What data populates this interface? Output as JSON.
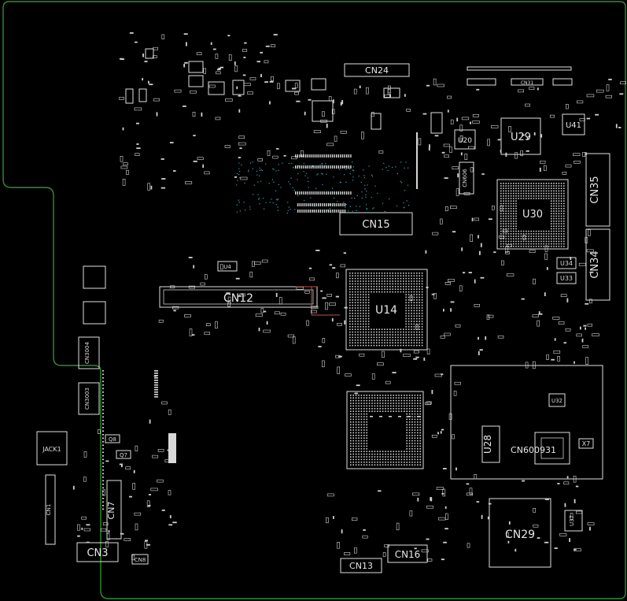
{
  "colors": {
    "background": "#000000",
    "board_outline": "#2f8f2f",
    "silkscreen": "#e0e0e0",
    "trace_highlight": "#c0504d",
    "via_cyan": "#3aa6b0"
  },
  "labels": {
    "cn24": "CN24",
    "cn15": "CN15",
    "cn12": "CN12",
    "cn35": "CN35",
    "cn34": "CN34",
    "cn3": "CN3",
    "cn7": "CN7",
    "cn13": "CN13",
    "cn16": "CN16",
    "cn29": "CN29",
    "cn31": "CN31",
    "cn3004": "CN3004",
    "cn3003": "CN3003",
    "cn606": "CN606",
    "cn600931": "CN600931",
    "cn1": "CN1",
    "cn8": "CN8",
    "jack1": "JACK1",
    "u14": "U14",
    "u29": "U29",
    "u30": "U30",
    "u20": "U20",
    "u41": "U41",
    "u34": "U34",
    "u33": "U33",
    "u28": "U28",
    "u32": "U32",
    "u37": "U37",
    "u4": "U4",
    "x7": "X7",
    "q8": "Q8",
    "q7": "Q7"
  }
}
